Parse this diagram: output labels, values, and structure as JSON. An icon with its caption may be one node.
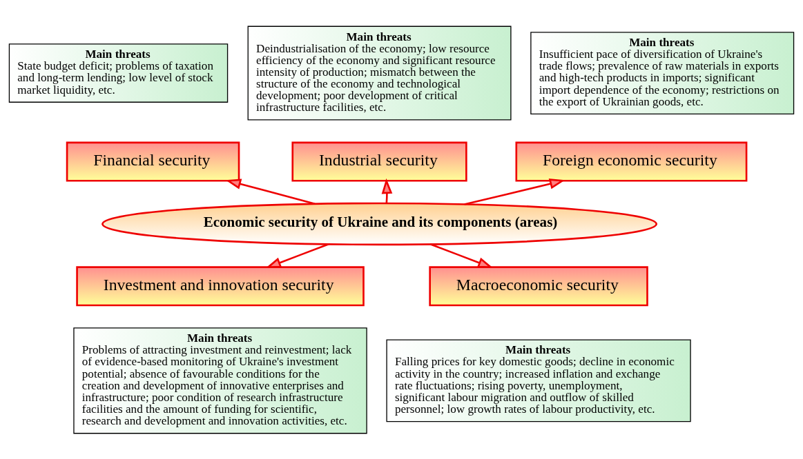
{
  "diagram": {
    "nodes": [
      {
        "text": [
          "Main threats",
          "State budget deficit; problems of taxation and long-term lending; low level of stock market liquidity, etc."
        ]
      },
      {
        "text": [
          "Main threats",
          "Deindustrialisation of the economy; low resource efficiency of the economy and significant resource intensity of production; mismatch between the structure of the economy and technological development; poor development of critical infrastructure facilities, etc."
        ]
      },
      {
        "text": [
          "Main threats",
          "Insufficient pace of diversification of Ukraine's trade flows; prevalence of raw materials in exports and high-tech products in imports; significant import dependence of the economy; restrictions on the export of Ukrainian goods, etc."
        ]
      },
      {
        "text": [
          "Financial security"
        ]
      },
      {
        "text": [
          "Industrial security"
        ]
      },
      {
        "text": [
          "Foreign economic security"
        ]
      },
      {
        "text": [
          "Economic security of Ukraine and its components (areas)"
        ]
      },
      {
        "text": [
          "Investment and innovation security"
        ]
      },
      {
        "text": [
          "Macroeconomic security"
        ]
      },
      {
        "text": [
          "Main threats",
          "Problems of attracting investment and reinvestment; lack of evidence-based monitoring of Ukraine's investment potential; absence of favourable conditions for the creation and development of innovative enterprises and infrastructure; poor condition of research infrastructure facilities and the amount of funding for scientific, research and development and innovation activities, etc."
        ]
      },
      {
        "text": [
          "Main threats",
          "Falling prices for key domestic goods; decline in economic activity in the country; increased inflation and exchange rate fluctuations; rising poverty, unemployment, significant labour migration and outflow of skilled personnel; low growth rates of labour productivity, etc."
        ]
      }
    ],
    "edges": [
      {
        "from": 6,
        "to": 3,
        "arrow": "to"
      },
      {
        "from": 6,
        "to": 4,
        "arrow": "to"
      },
      {
        "from": 6,
        "to": 5,
        "arrow": "to"
      },
      {
        "from": 6,
        "to": 7,
        "arrow": "to"
      },
      {
        "from": 6,
        "to": 8,
        "arrow": "to"
      }
    ]
  }
}
